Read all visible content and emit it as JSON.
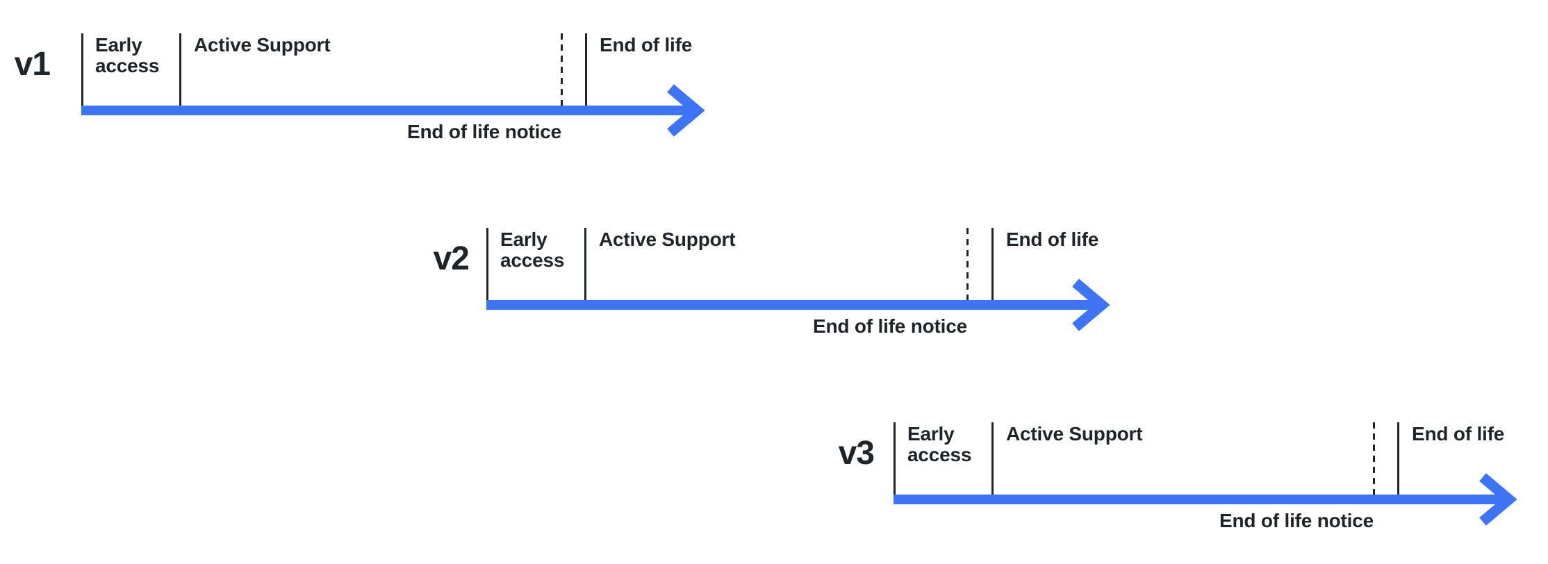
{
  "colors": {
    "accent": "#3D74F5",
    "ink": "#1F2428"
  },
  "versions": [
    {
      "label": "v1",
      "early_access": "Early access",
      "active_support": "Active Support",
      "end_of_life": "End of life",
      "end_of_life_notice": "End of life notice"
    },
    {
      "label": "v2",
      "early_access": "Early access",
      "active_support": "Active Support",
      "end_of_life": "End of life",
      "end_of_life_notice": "End of life notice"
    },
    {
      "label": "v3",
      "early_access": "Early access",
      "active_support": "Active Support",
      "end_of_life": "End of life",
      "end_of_life_notice": "End of life notice"
    }
  ]
}
